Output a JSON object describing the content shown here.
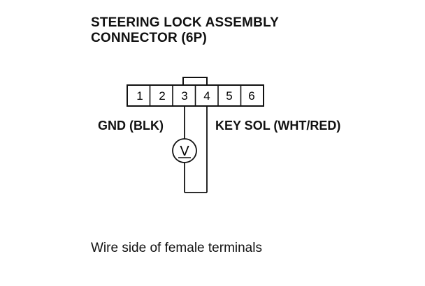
{
  "title": {
    "line1": "STEERING LOCK ASSEMBLY",
    "line2": "CONNECTOR (6P)"
  },
  "connector": {
    "pins": [
      "1",
      "2",
      "3",
      "4",
      "5",
      "6"
    ]
  },
  "labels": {
    "gnd": "GND (BLK)",
    "key_sol": "KEY SOL (WHT/RED)"
  },
  "meter": {
    "symbol": "V"
  },
  "caption": "Wire side of female terminals",
  "colors": {
    "line": "#111111",
    "background": "#ffffff"
  }
}
